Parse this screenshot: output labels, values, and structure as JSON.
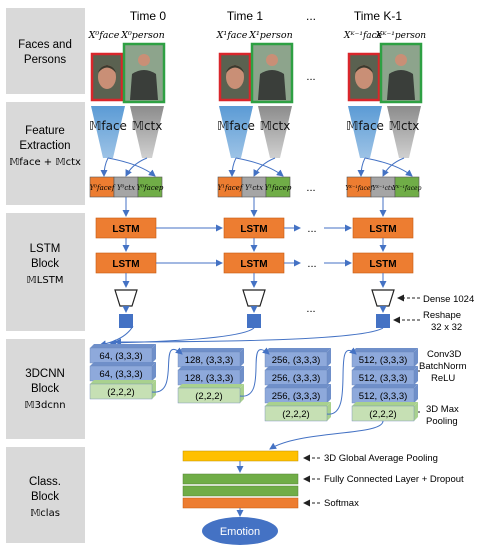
{
  "columns": {
    "t0": "Time 0",
    "t1": "Time 1",
    "dots": "...",
    "tk": "Time K-1"
  },
  "stages": {
    "faces": [
      "Faces and",
      "Persons"
    ],
    "feature": [
      "Feature",
      "Extraction"
    ],
    "feature_sym": "𝕄face + 𝕄ctx",
    "lstm": [
      "LSTM",
      "Block"
    ],
    "lstm_sym": "𝕄LSTM",
    "cnn": [
      "3DCNN",
      "Block"
    ],
    "cnn_sym": "𝕄3dcnn",
    "clas": [
      "Class.",
      "Block"
    ],
    "clas_sym": "𝕄clas"
  },
  "inputs": {
    "t0": [
      "X⁰face",
      "X⁰person"
    ],
    "t1": [
      "X¹face",
      "X¹person"
    ],
    "tk": [
      "Xᴷ⁻¹face",
      "Xᴷ⁻¹person"
    ]
  },
  "models": {
    "face": "𝕄face",
    "ctx": "𝕄ctx"
  },
  "features": {
    "t0": [
      "Y⁰facef",
      "Y⁰ctx",
      "Y⁰facep"
    ],
    "t1": [
      "Y¹facef",
      "Y¹ctx",
      "Y¹facep"
    ],
    "tk": [
      "Yᴷ⁻¹facef",
      "Yᴷ⁻¹ctx",
      "Yᴷ⁻¹facep"
    ]
  },
  "lstm_label": "LSTM",
  "annotations": {
    "dense": "Dense 1024",
    "reshape": [
      "Reshape",
      "32 x 32"
    ],
    "conv": [
      "Conv3D",
      "BatchNorm",
      "ReLU"
    ],
    "maxpool": [
      "3D Max",
      "Pooling"
    ],
    "gap": "3D Global Average Pooling",
    "fc": "Fully Connected Layer + Dropout",
    "softmax": "Softmax"
  },
  "cnn_blocks": [
    {
      "conv": "64, (3,3,3)",
      "count": 2,
      "pool": "(2,2,2)"
    },
    {
      "conv": "128, (3,3,3)",
      "count": 2,
      "pool": "(2,2,2)"
    },
    {
      "conv": "256, (3,3,3)",
      "count": 3,
      "pool": "(2,2,2)"
    },
    {
      "conv": "512, (3,3,3)",
      "count": 3,
      "pool": "(2,2,2)"
    }
  ],
  "output": "Emotion",
  "colors": {
    "stage_bg": "#d9d9d9",
    "model_blue": "#5b9bd5",
    "model_gray": "#a5a5a5",
    "feat_orange": "#ed7d31",
    "feat_gray": "#a5a5a5",
    "feat_green": "#70ad47",
    "lstm": "#ed7d31",
    "arrow": "#4472c4",
    "conv": "#8ea9db",
    "pool": "#c6e0b4",
    "gap": "#ffc000",
    "fc": "#70ad47",
    "softmax": "#ed7d31",
    "emotion": "#4472c4"
  }
}
